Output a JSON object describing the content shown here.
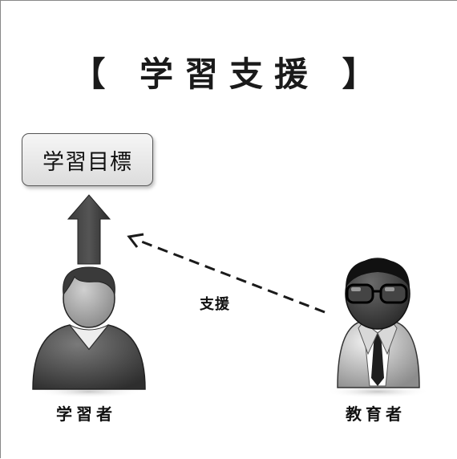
{
  "title": "【 学習支援 】",
  "goal_box": {
    "label": "学習目標"
  },
  "arrow_label": "支援",
  "learner": {
    "label": "学習者"
  },
  "educator": {
    "label": "教育者"
  }
}
